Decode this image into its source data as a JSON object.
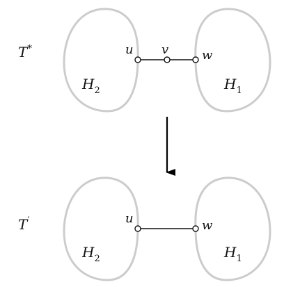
{
  "colors": {
    "blob_stroke": "#cccccc",
    "edge": "#111111",
    "vertex_fill": "#ffffff",
    "arrow": "#000000"
  },
  "top": {
    "tree_label": {
      "base": "T",
      "sup": "*"
    },
    "left_region": {
      "base": "H",
      "sub": "2"
    },
    "right_region": {
      "base": "H",
      "sub": "1"
    },
    "vertices": {
      "u": "u",
      "v": "v",
      "w": "w"
    }
  },
  "bottom": {
    "tree_label": {
      "base": "T",
      "sup": "′"
    },
    "left_region": {
      "base": "H",
      "sub": "2"
    },
    "right_region": {
      "base": "H",
      "sub": "1"
    },
    "vertices": {
      "u": "u",
      "w": "w"
    }
  },
  "arrow": {
    "direction": "down"
  }
}
